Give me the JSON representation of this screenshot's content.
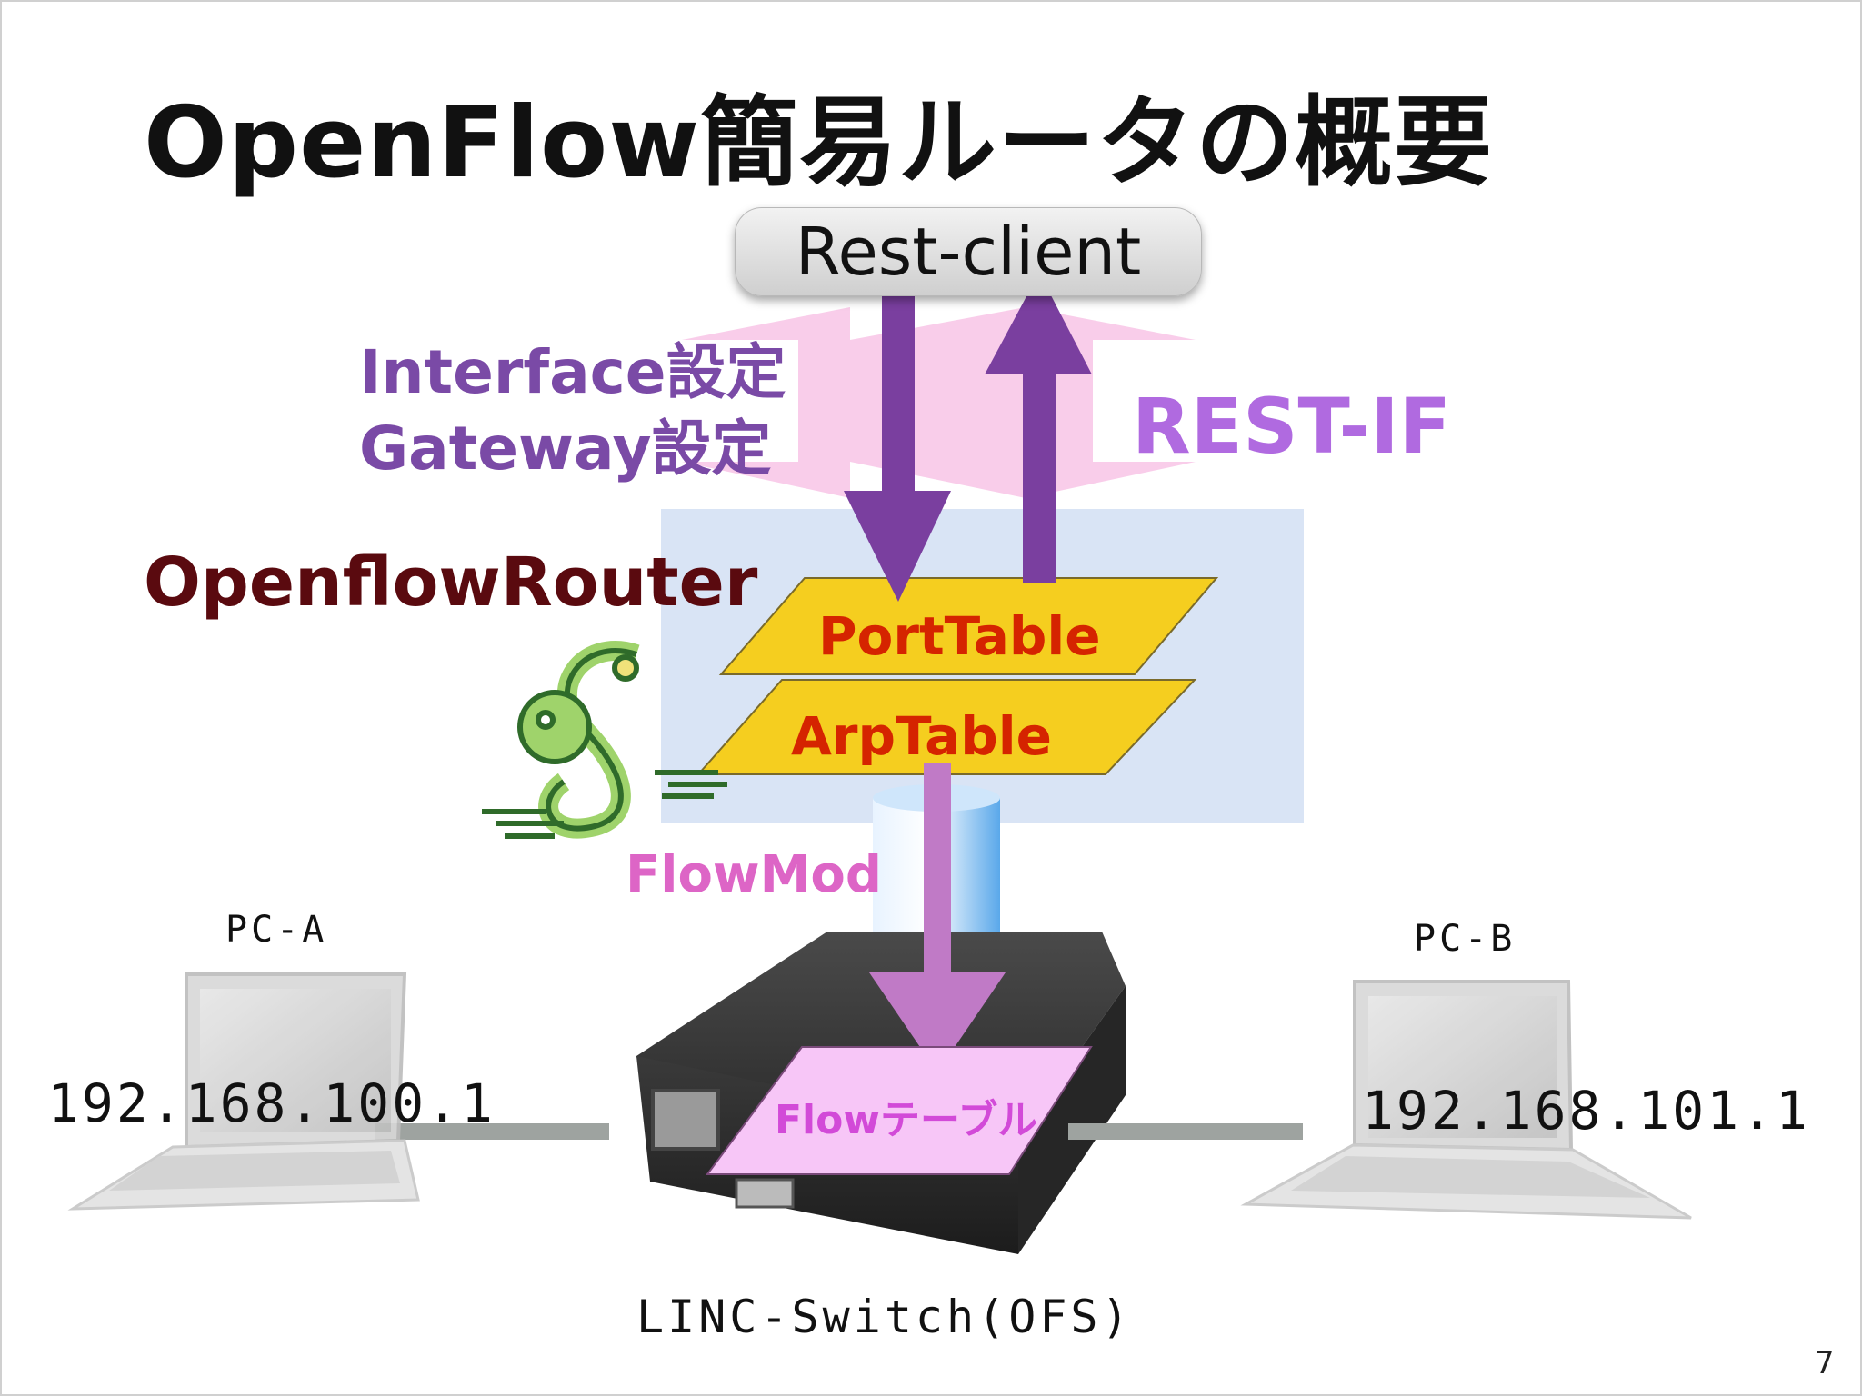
{
  "title": "OpenFlow簡易ルータの概要",
  "rest_client": "Rest-client",
  "labels": {
    "interface_setting": "Interface設定",
    "gateway_setting": "Gateway設定",
    "rest_if": "REST-IF",
    "router": "OpenflowRouter",
    "port_table": "PortTable",
    "arp_table": "ArpTable",
    "flowmod": "FlowMod",
    "flow_table": "Flowテーブル"
  },
  "pc_a": {
    "name": "PC-A",
    "ip": "192.168.100.1"
  },
  "pc_b": {
    "name": "PC-B",
    "ip": "192.168.101.1"
  },
  "switch_label": "LINC-Switch(OFS)",
  "page_number": "7",
  "colors": {
    "arrow_purple": "#7a3f9f",
    "rest_if_pink": "#f8c8e8",
    "router_box": "#dce6f5",
    "table_yellow": "#f5ce1f",
    "flowmod_purple": "#c07ac6",
    "flow_table_pink": "#f7c6f7"
  }
}
